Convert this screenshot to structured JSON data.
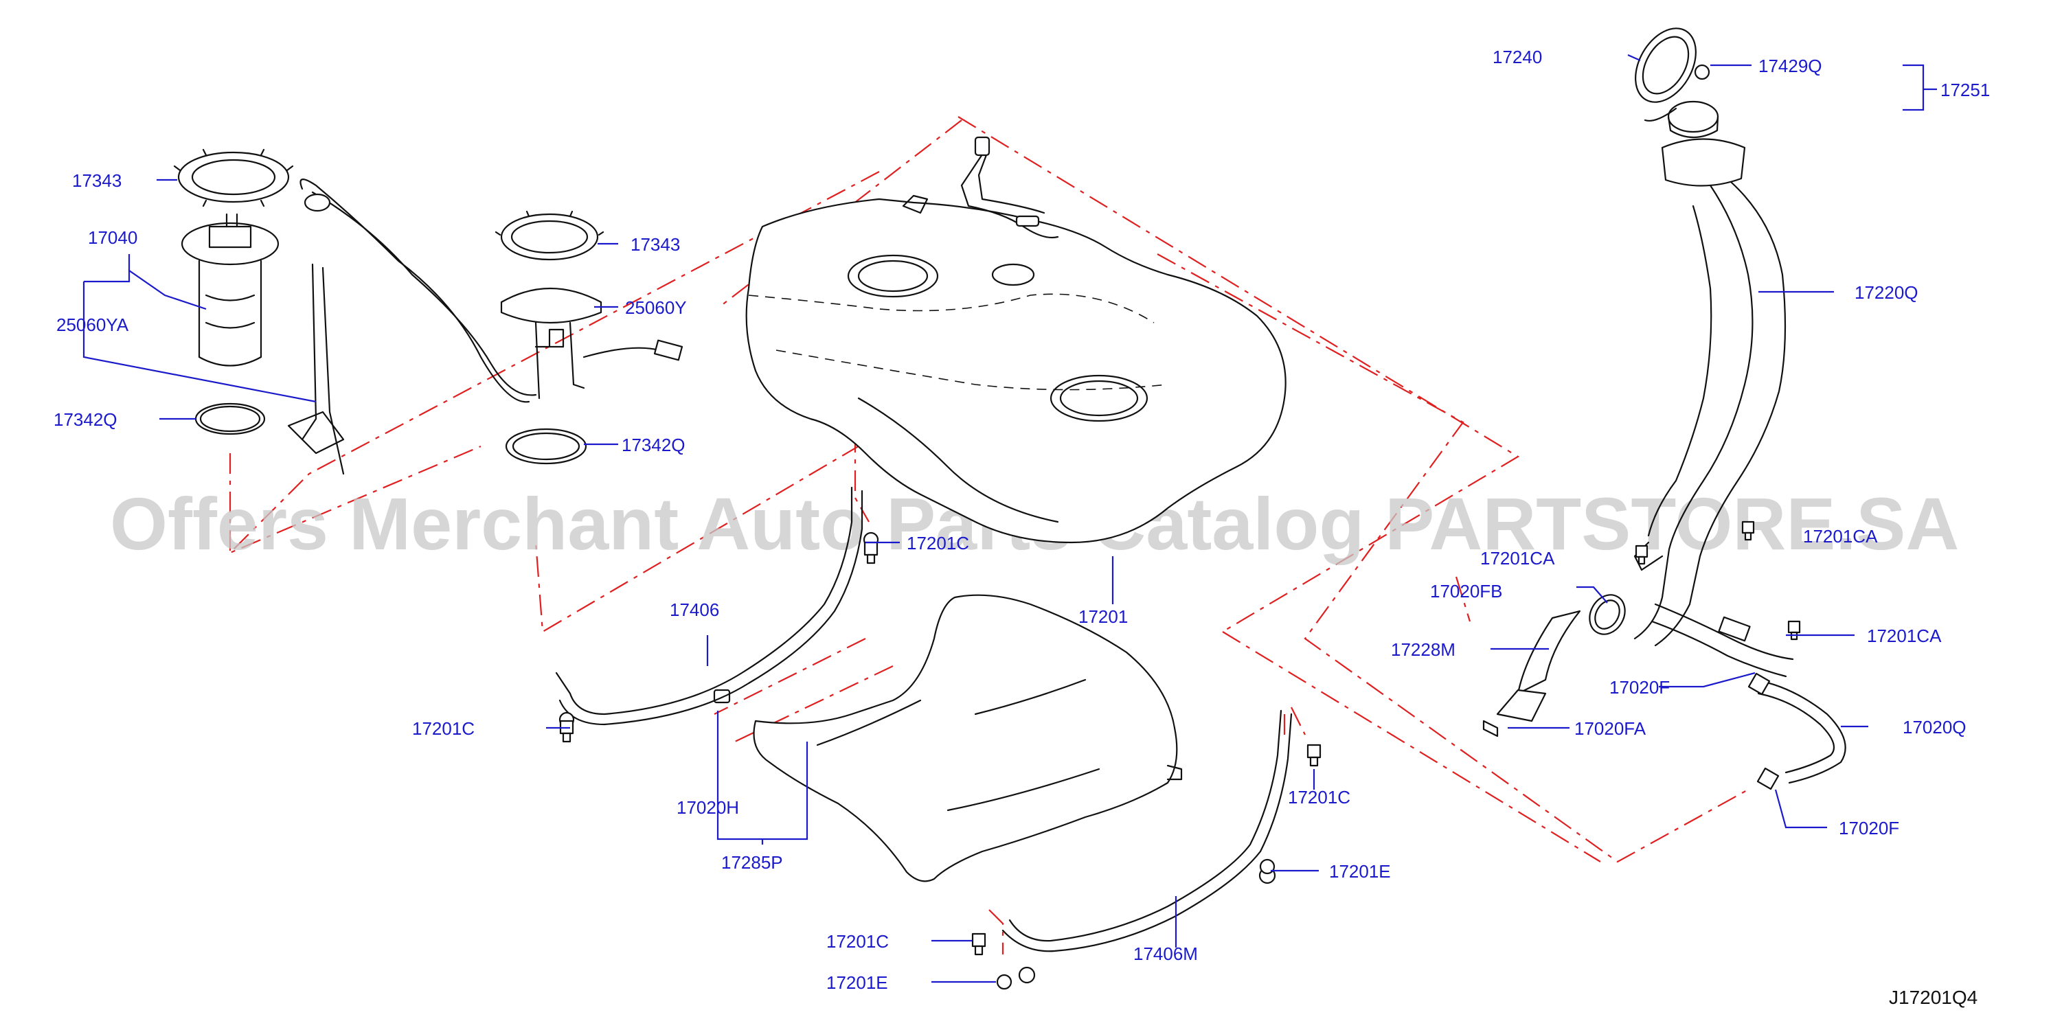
{
  "diagram": {
    "code": "J17201Q4",
    "watermark": "Offers Merchant Auto Parts Catalog PARTSTORE.SA",
    "labels": {
      "p17343_a": "17343",
      "p17040": "17040",
      "p25060YA": "25060YA",
      "p17342Q_a": "17342Q",
      "p17343_b": "17343",
      "p25060Y": "25060Y",
      "p17342Q_b": "17342Q",
      "p17240": "17240",
      "p17429Q": "17429Q",
      "p17251": "17251",
      "p17220Q": "17220Q",
      "p17201CA_a": "17201CA",
      "p17201CA_b": "17201CA",
      "p17201CA_c": "17201CA",
      "p17020FB": "17020FB",
      "p17228M": "17228M",
      "p17020F_a": "17020F",
      "p17020FA": "17020FA",
      "p17020Q": "17020Q",
      "p17020F_b": "17020F",
      "p17201": "17201",
      "p17201C_top": "17201C",
      "p17406": "17406",
      "p17201C_a": "17201C",
      "p17020H": "17020H",
      "p17285P": "17285P",
      "p17201C_b": "17201C",
      "p17201E_a": "17201E",
      "p17201C_c": "17201C",
      "p17201E_b": "17201E",
      "p17406M": "17406M"
    }
  }
}
